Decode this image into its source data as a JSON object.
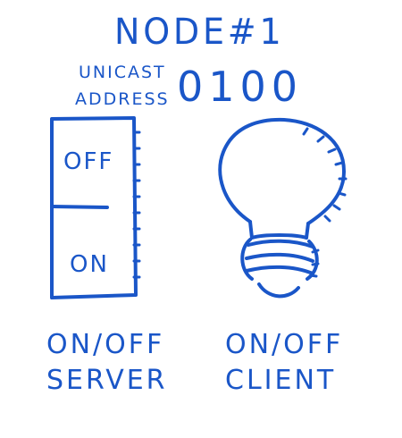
{
  "node": {
    "title": "NODE#1",
    "unicast_label_line1": "UNICAST",
    "unicast_label_line2": "ADDRESS",
    "address": "0100"
  },
  "switch": {
    "off_label": "OFF",
    "on_label": "ON"
  },
  "captions": {
    "server_line1": "ON/OFF",
    "server_line2": "SERVER",
    "client_line1": "ON/OFF",
    "client_line2": "CLIENT"
  },
  "colors": {
    "ink": "#1a56c8",
    "background": "#ffffff"
  }
}
